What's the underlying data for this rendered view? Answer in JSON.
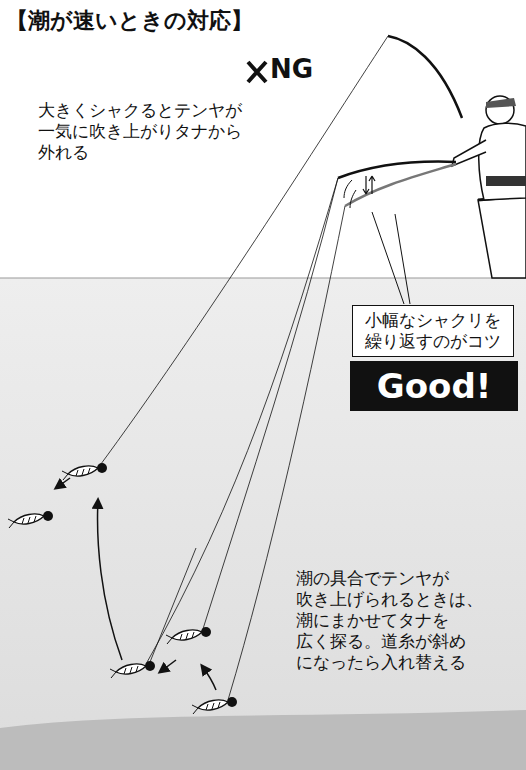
{
  "diagram": {
    "title": "【潮が速いときの対応】",
    "nodes": [
      {
        "text": [
          "小幅なシャクリを 繰り返すのがコツ"
        ]
      },
      {
        "text": [
          "Good!"
        ]
      }
    ],
    "labels": [
      "NG",
      "大きくシャクるとテンヤが 一気に吹き上がりタナから 外れる",
      "潮の具合でテンヤが 吹き上げられるときは、 潮にまかせてタナを 広く探る。道糸が斜め になったら入れ替える"
    ]
  }
}
